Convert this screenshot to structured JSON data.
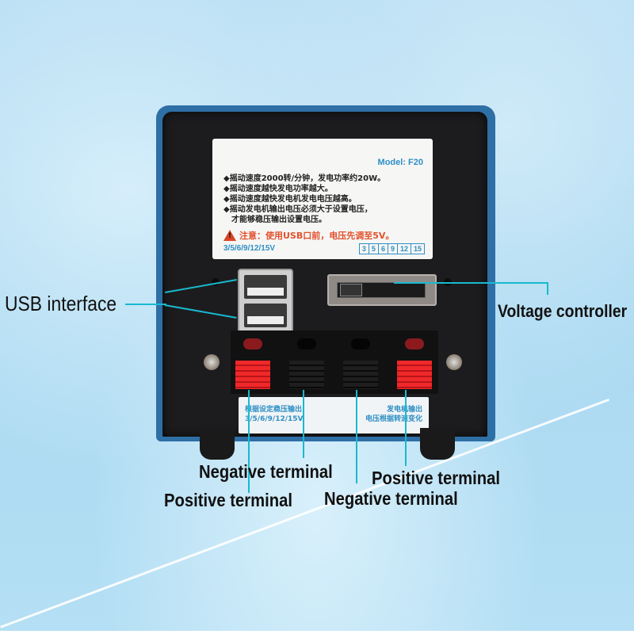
{
  "device": {
    "label": {
      "model": "Model: F20",
      "lines": [
        "◆摇动速度2000转/分钟，发电功率约20W。",
        "◆摇动速度越快发电功率越大。",
        "◆摇动速度越快发电机发电电压越高。",
        "◆摇动发电机输出电压必须大于设置电压，",
        "  才能够稳压输出设置电压。"
      ],
      "warning": "注意：使用USB口前，电压先调至5V。",
      "voltages": "3/5/6/9/12/15V",
      "voltage_options": [
        "3",
        "5",
        "6",
        "9",
        "12",
        "15"
      ]
    },
    "terminal_label": {
      "left_line1": "根据设定稳压输出",
      "left_line2": "3/5/6/9/12/15V",
      "right_line1": "发电机输出",
      "right_line2": "电压根据转速变化"
    }
  },
  "callouts": {
    "usb": "USB interface",
    "voltage": "Voltage controller",
    "negative_1": "Negative terminal",
    "positive_1": "Positive terminal",
    "negative_2": "Negative terminal",
    "positive_2": "Positive terminal"
  },
  "colors": {
    "accent_line": "#19b9cf",
    "terminal_red": "#f0282a",
    "label_blue": "#2f8fc5",
    "warning_red": "#e2502d"
  }
}
